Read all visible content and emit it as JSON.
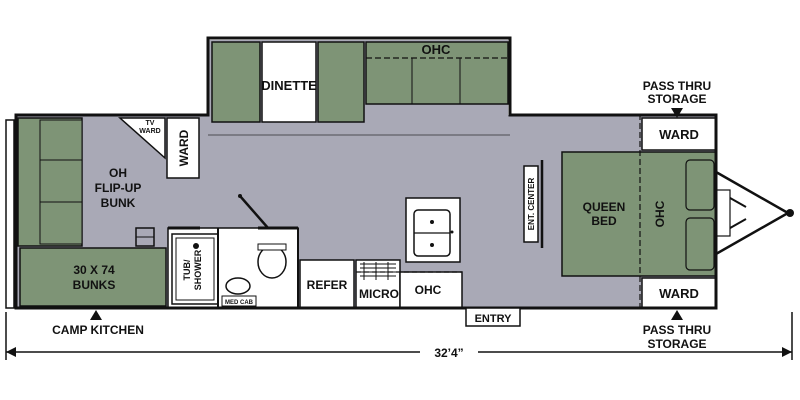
{
  "floorplan": {
    "colors": {
      "floor": "#a9a9b6",
      "furniture": "#7e9476",
      "furniture_dark": "#6b8064",
      "wall": "#111111",
      "white": "#ffffff"
    },
    "labels": {
      "dinette": "DINETTE",
      "ohc_top": "OHC",
      "pass_thru_top_1": "PASS THRU",
      "pass_thru_top_2": "STORAGE",
      "ward_top_right": "WARD",
      "tv_ward_1": "TV",
      "tv_ward_2": "WARD",
      "ward_left": "WARD",
      "oh_flip_1": "OH",
      "oh_flip_2": "FLIP-UP",
      "oh_flip_3": "BUNK",
      "ent_center": "ENT. CENTER",
      "queen_bed_1": "QUEEN",
      "queen_bed_2": "BED",
      "ohc_bed": "OHC",
      "bunks_1": "30 X 74",
      "bunks_2": "BUNKS",
      "tub_shower_1": "TUB/",
      "tub_shower_2": "SHOWER",
      "med_cab": "MED CAB",
      "refer": "REFER",
      "micro": "MICRO",
      "ohc_kitchen": "OHC",
      "ward_bottom_right": "WARD",
      "entry": "ENTRY",
      "camp_kitchen": "CAMP KITCHEN",
      "pass_thru_bottom_1": "PASS THRU",
      "pass_thru_bottom_2": "STORAGE",
      "length": "32’4”"
    }
  }
}
